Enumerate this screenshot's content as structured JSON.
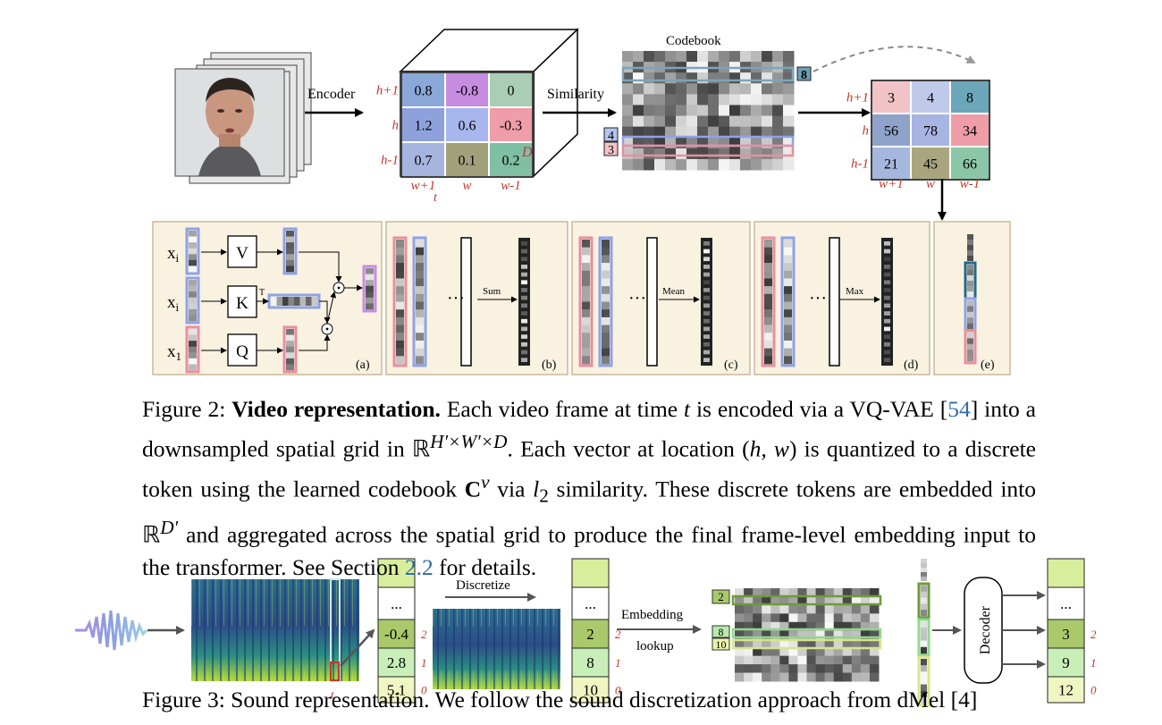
{
  "figure2": {
    "labels": {
      "encoder": "Encoder",
      "similarity": "Similarity",
      "codebook": "Codebook",
      "D": "D",
      "t": "t"
    },
    "grid_values": [
      [
        "0.8",
        "-0.8",
        "0"
      ],
      [
        "1.2",
        "0.6",
        "-0.3"
      ],
      [
        "0.7",
        "0.1",
        "0.2"
      ]
    ],
    "token_values": [
      [
        "3",
        "4",
        "8"
      ],
      [
        "56",
        "78",
        "34"
      ],
      [
        "21",
        "45",
        "66"
      ]
    ],
    "row_labels": [
      "h+1",
      "h",
      "h-1"
    ],
    "col_labels": [
      "w+1",
      "w",
      "w-1"
    ],
    "codebook_indices": [
      "8",
      "4",
      "3"
    ],
    "panel_a": {
      "xi1": "x",
      "xi1_sub": "i",
      "xi2": "x",
      "xi2_sub": "i",
      "x1": "x",
      "x1_sub": "1",
      "V": "V",
      "K": "K",
      "Q": "Q",
      "T": "T",
      "dot1": "⊙",
      "dot2": "⊙"
    },
    "panel_ops": [
      "Sum",
      "Mean",
      "Max"
    ],
    "ellipsis": "···",
    "panel_tags": [
      "(a)",
      "(b)",
      "(c)",
      "(d)",
      "(e)"
    ]
  },
  "caption2": {
    "prefix": "Figure 2: ",
    "bold": "Video representation.",
    "s1": " Each video frame at time ",
    "t": "t",
    "s2": " is encoded via a VQ-VAE [",
    "ref1": "54",
    "s3": "] into a downsampled spatial grid in ℝ",
    "sup1": "H′×W′×D",
    "s4": ". Each vector at location (",
    "hw": "h, w",
    "s5": ") is quantized to a discrete token using the learned codebook ",
    "C": "C",
    "Csup": "v",
    "s6": " via ",
    "l": "l",
    "lsub": "2",
    "s7": " similarity. These discrete tokens are embedded into ℝ",
    "sup2": "D′",
    "s8": " and aggregated across the spatial grid to produce the final frame-level embedding input to the transformer. See Section ",
    "ref2": "2.2",
    "s9": " for details."
  },
  "figure3": {
    "discretize": "Discretize",
    "embedding": "Embedding",
    "lookup": "lookup",
    "decoder": "Decoder",
    "t": "t",
    "col1": [
      "...",
      "-0.4",
      "2.8",
      "5.1"
    ],
    "col2": [
      "...",
      "2",
      "8",
      "10"
    ],
    "col3": [
      "...",
      "3",
      "9",
      "12"
    ],
    "idx": [
      "2",
      "1",
      "0"
    ],
    "codebook_tags": [
      "2",
      "8",
      "10"
    ]
  },
  "caption3_partial": "Figure 3: Sound representation. We follow the sound discretization approach from dMel [4]"
}
